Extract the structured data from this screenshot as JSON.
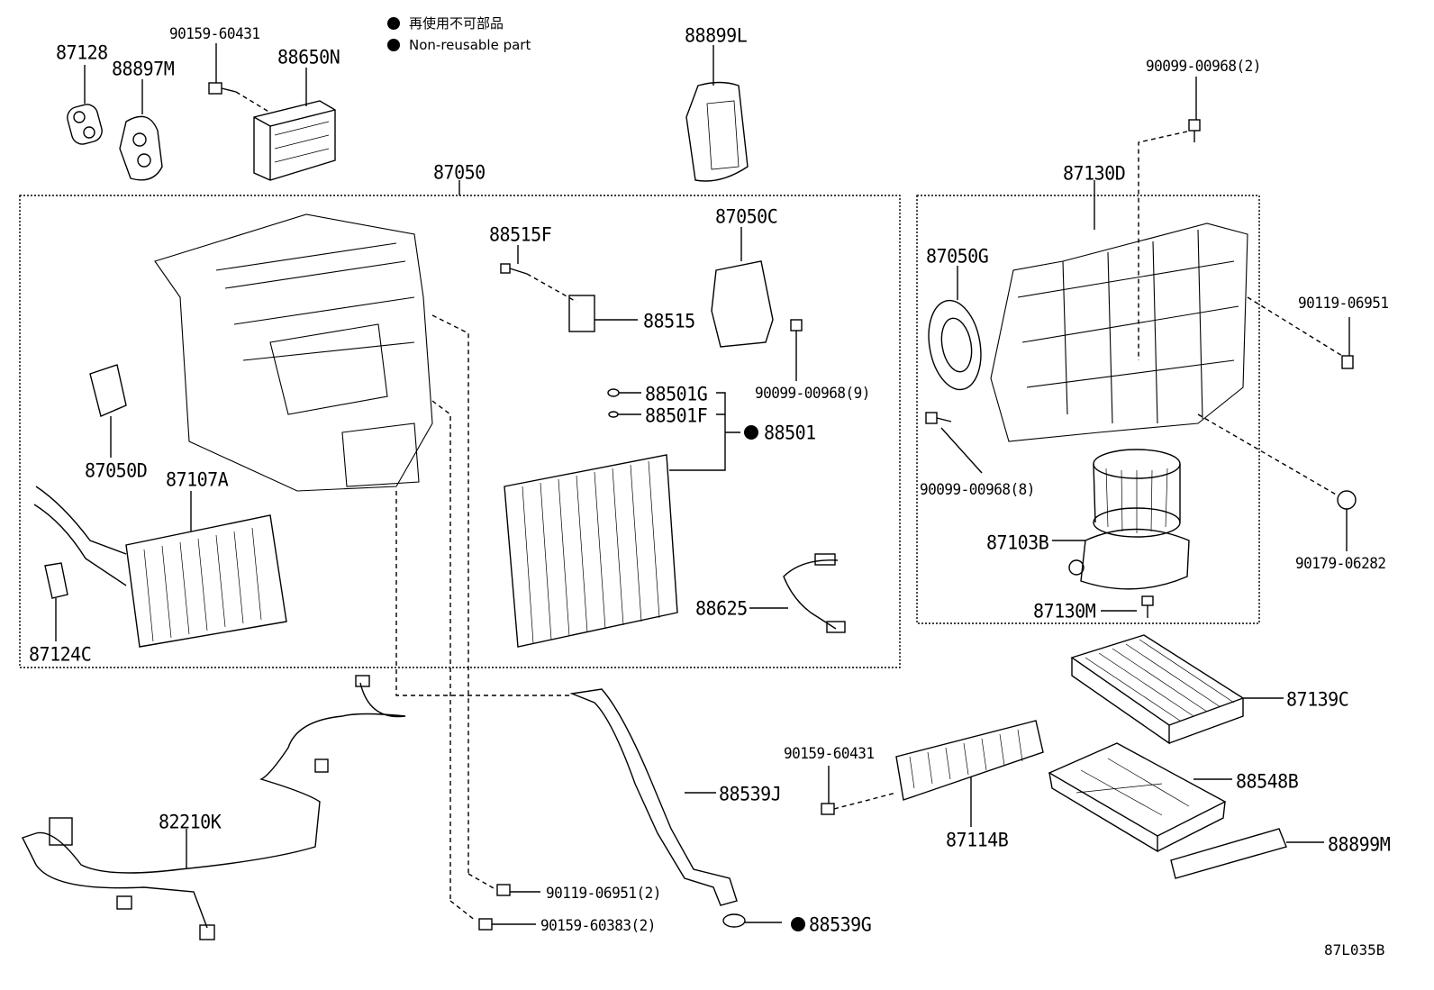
{
  "legend": {
    "japanese": "再使用不可部品",
    "english": "Non-reusable part"
  },
  "diagram_code": "87L035B",
  "parts": {
    "p87128": "87128",
    "p88897M": "88897M",
    "p90159_60431_top": "90159-60431",
    "p88650N": "88650N",
    "p88899L": "88899L",
    "p90099_00968_2": "90099-00968(2)",
    "p87050": "87050",
    "p87130D": "87130D",
    "p88515F": "88515F",
    "p87050C": "87050C",
    "p88515": "88515",
    "p90099_00968_9": "90099-00968(9)",
    "p88501G": "88501G",
    "p88501F": "88501F",
    "p88501": "88501",
    "p87050D": "87050D",
    "p87107A": "87107A",
    "p87124C": "87124C",
    "p88625": "88625",
    "p87050G": "87050G",
    "p90119_06951_right": "90119-06951",
    "p90099_00968_8": "90099-00968(8)",
    "p87103B": "87103B",
    "p90179_06282": "90179-06282",
    "p87130M": "87130M",
    "p87139C": "87139C",
    "p90159_60431_mid": "90159-60431",
    "p88548B": "88548B",
    "p87114B": "87114B",
    "p88899M": "88899M",
    "p88539J": "88539J",
    "p82210K": "82210K",
    "p90119_06951_2": "90119-06951(2)",
    "p90159_60383_2": "90159-60383(2)",
    "p88539G": "88539G"
  }
}
